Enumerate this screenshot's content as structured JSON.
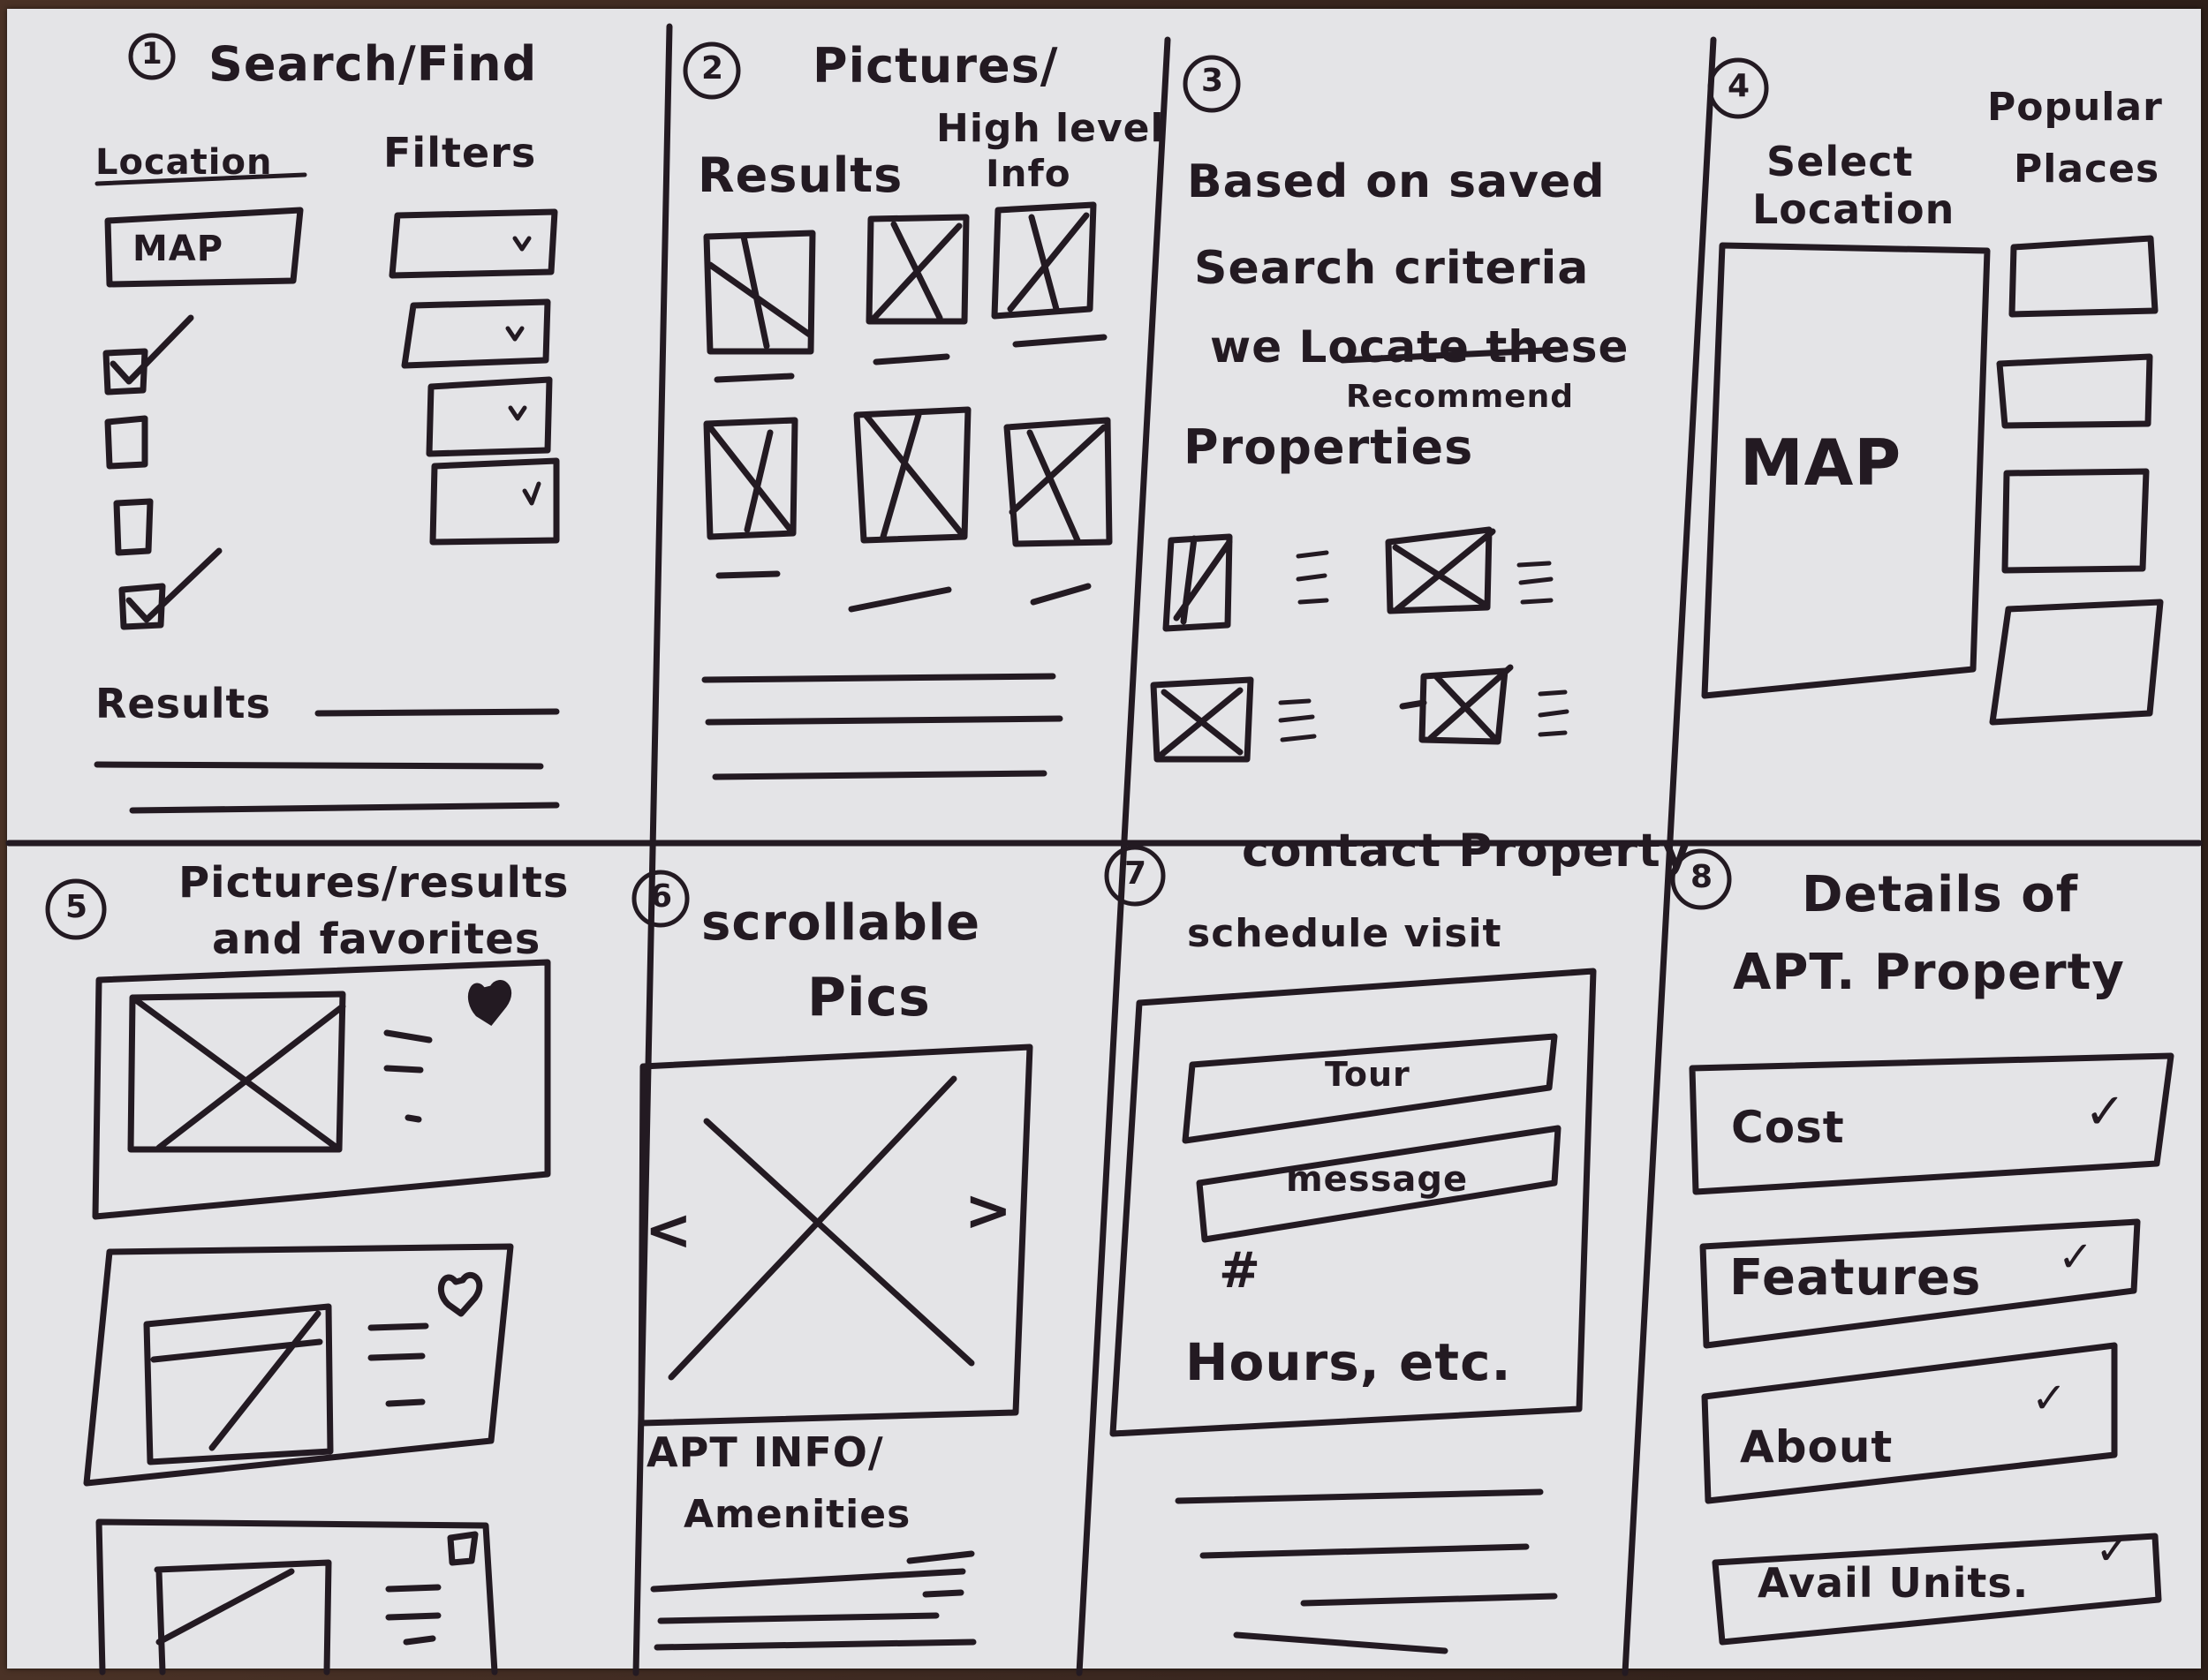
{
  "panels": [
    {
      "number": "1",
      "title": "Search/Find",
      "location_label": "Location",
      "map_label": "MAP",
      "filters_label": "Filters",
      "results_label": "Results"
    },
    {
      "number": "2",
      "title": "Pictures/",
      "results_label": "Results",
      "high_level_label": "High level",
      "info_label": "Info"
    },
    {
      "number": "3",
      "lines": [
        "Based on saved",
        "Search criteria",
        "we Locate these",
        "Recommend",
        "Properties"
      ]
    },
    {
      "number": "4",
      "select_label": "Select",
      "location_label": "Location",
      "popular_label": "Popular",
      "places_label": "Places",
      "map_label": "MAP"
    },
    {
      "number": "5",
      "title_line1": "Pictures/results",
      "title_line2": "and favorites"
    },
    {
      "number": "6",
      "title_line1": "scrollable",
      "title_line2": "Pics",
      "prev_glyph": "<",
      "next_glyph": ">",
      "info_line1": "APT INFO/",
      "info_line2": "Amenities"
    },
    {
      "number": "7",
      "title_line1": "contact Property",
      "title_line2": "schedule visit",
      "tour_label": "Tour",
      "message_label": "message",
      "hash_label": "#",
      "hours_label": "Hours, etc."
    },
    {
      "number": "8",
      "title_line1": "Details of",
      "title_line2": "APT. Property",
      "accordion": [
        {
          "label": "Cost",
          "chevron": "✓"
        },
        {
          "label": "Features",
          "chevron": "✓"
        },
        {
          "label": "About",
          "chevron": "✓"
        },
        {
          "label": "Avail Units.",
          "chevron": "✓"
        }
      ]
    }
  ]
}
